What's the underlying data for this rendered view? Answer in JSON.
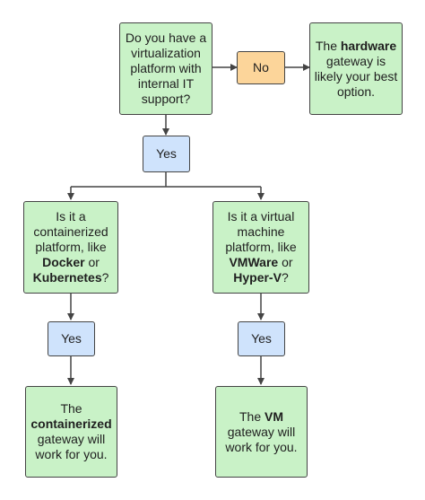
{
  "colors": {
    "decision_fill": "#c9f2c7",
    "yes_fill": "#cfe3fc",
    "no_fill": "#fcd59a",
    "stroke": "#444444",
    "connector": "#444444"
  },
  "nodes": {
    "q_virtualization": {
      "parts": [
        {
          "text": "Do you have a virtualization platform with internal IT support?",
          "bold": false
        }
      ]
    },
    "no_label": "No",
    "hardware_result": {
      "parts": [
        {
          "text": "The ",
          "bold": false
        },
        {
          "text": "hardware",
          "bold": true
        },
        {
          "text": " gateway is likely your best option.",
          "bold": false
        }
      ]
    },
    "yes_top": "Yes",
    "q_containerized": {
      "parts": [
        {
          "text": "Is it a containerized platform, like ",
          "bold": false
        },
        {
          "text": "Docker",
          "bold": true
        },
        {
          "text": " or ",
          "bold": false
        },
        {
          "text": "Kubernetes",
          "bold": true
        },
        {
          "text": "?",
          "bold": false
        }
      ]
    },
    "q_vm": {
      "parts": [
        {
          "text": "Is it a virtual machine platform, like ",
          "bold": false
        },
        {
          "text": "VMWare",
          "bold": true
        },
        {
          "text": " or ",
          "bold": false
        },
        {
          "text": "Hyper-V",
          "bold": true
        },
        {
          "text": "?",
          "bold": false
        }
      ]
    },
    "yes_left": "Yes",
    "yes_right": "Yes",
    "containerized_result": {
      "parts": [
        {
          "text": "The ",
          "bold": false
        },
        {
          "text": "containerized",
          "bold": true
        },
        {
          "text": " gateway will work for you.",
          "bold": false
        }
      ]
    },
    "vm_result": {
      "parts": [
        {
          "text": "The ",
          "bold": false
        },
        {
          "text": "VM",
          "bold": true
        },
        {
          "text": " gateway will work for you.",
          "bold": false
        }
      ]
    }
  }
}
